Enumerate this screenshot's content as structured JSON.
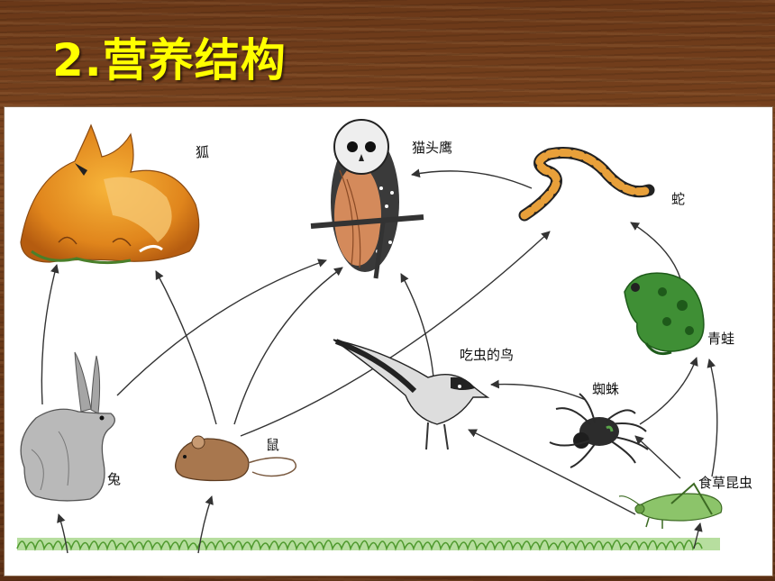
{
  "slide": {
    "title": "2.营养结构"
  },
  "food_web": {
    "labels": {
      "fox": "狐",
      "owl": "猫头鹰",
      "snake": "蛇",
      "frog": "青蛙",
      "bird": "吃虫的鸟",
      "spider": "蜘蛛",
      "insect": "食草昆虫",
      "rabbit": "兔",
      "mouse": "鼠"
    },
    "colors": {
      "background_wood": "#6b3a19",
      "title": "#ffff00",
      "panel": "#ffffff",
      "arrow": "#333333",
      "grass": "#5fae3a"
    }
  }
}
